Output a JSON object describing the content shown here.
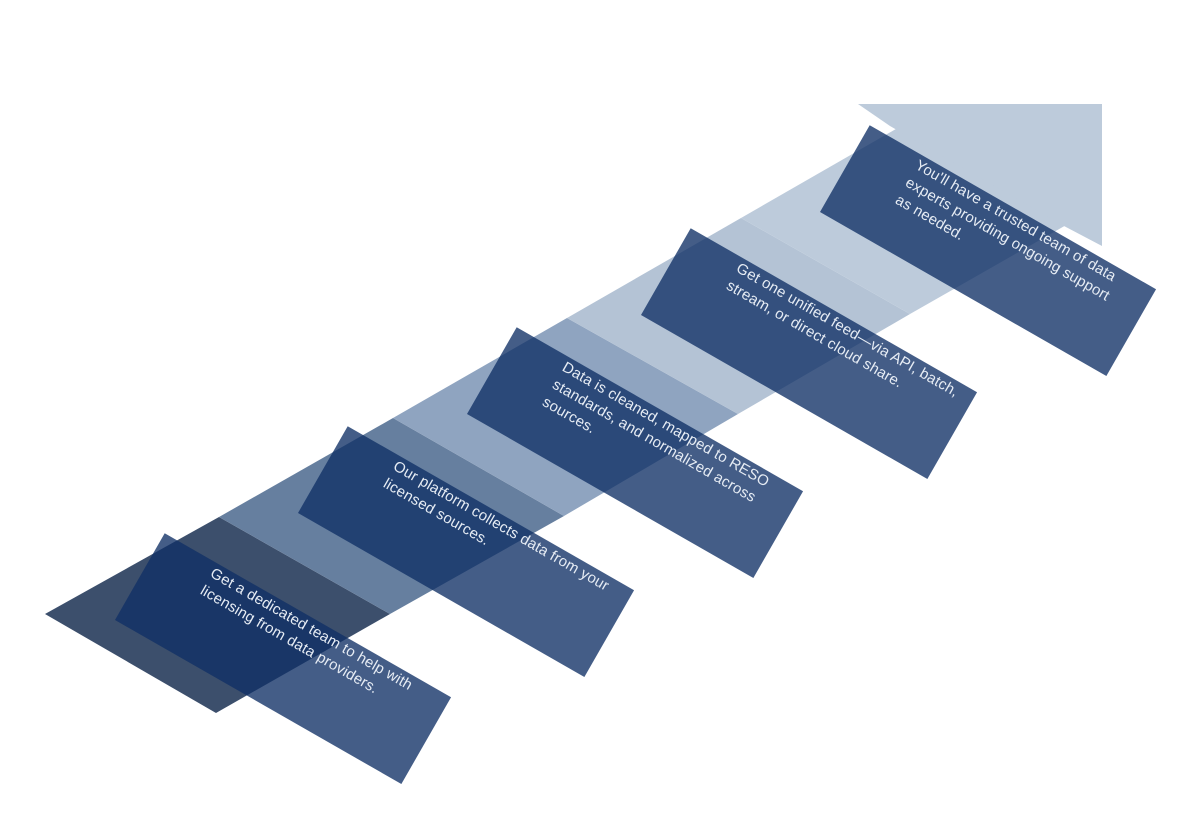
{
  "colors": {
    "background": "#ffffff",
    "card": "#0f2f65",
    "card_text": "#e6ecf4",
    "arrow_head": "#bdcbdb",
    "bands": [
      "#3c4f6c",
      "#667f9f",
      "#8fa4c0",
      "#b4c3d5",
      "#bdcbdb"
    ]
  },
  "steps": [
    {
      "lines": [
        "Get a dedicated team to help with",
        "licensing from data providers."
      ]
    },
    {
      "lines": [
        "Our platform collects data from your",
        "licensed sources."
      ]
    },
    {
      "lines": [
        "Data is cleaned, mapped to RESO",
        "standards, and normalized across",
        "sources."
      ]
    },
    {
      "lines": [
        "Get one unified feed—via API, batch,",
        "stream, or direct cloud share."
      ]
    },
    {
      "lines": [
        "You'll have a trusted team of data",
        "experts providing ongoing support",
        "as needed."
      ]
    }
  ]
}
